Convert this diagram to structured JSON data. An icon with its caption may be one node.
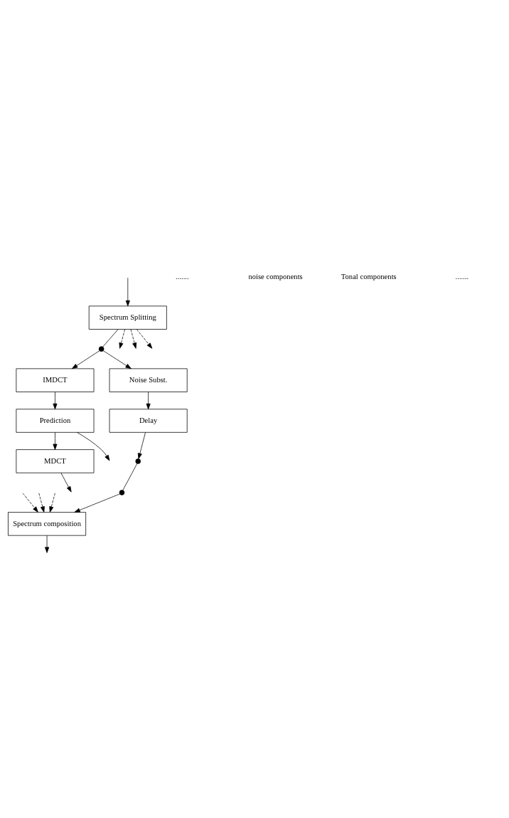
{
  "diagram": {
    "nodes": [
      {
        "text": [
          "Spectrum Splitting"
        ]
      },
      {
        "text": [
          "IMDCT"
        ]
      },
      {
        "text": [
          "Noise Subst."
        ]
      },
      {
        "text": [
          "Prediction"
        ]
      },
      {
        "text": [
          "Delay"
        ]
      },
      {
        "text": [
          "MDCT"
        ]
      },
      {
        "text": [
          "Spectrum composition"
        ]
      },
      {
        "text": [],
        "shape": "circle"
      },
      {
        "text": [],
        "shape": "circle"
      },
      {
        "text": [],
        "shape": "circle"
      }
    ],
    "edges": [
      {
        "from": null,
        "to": 0,
        "arrow": "to"
      },
      {
        "from": 0,
        "to": 7,
        "arrow": "none"
      },
      {
        "from": 7,
        "to": 1,
        "arrow": "to"
      },
      {
        "from": 7,
        "to": 2,
        "arrow": "to"
      },
      {
        "from": 1,
        "to": 3,
        "arrow": "to"
      },
      {
        "from": 2,
        "to": 4,
        "arrow": "to"
      },
      {
        "from": 3,
        "to": 5,
        "arrow": "to"
      },
      {
        "from": 4,
        "to": 8,
        "arrow": "to"
      },
      {
        "from": 8,
        "to": 9,
        "arrow": "none"
      },
      {
        "from": 3,
        "to": null,
        "arrow": "to"
      },
      {
        "from": 5,
        "to": null,
        "arrow": "to"
      },
      {
        "from": 9,
        "to": 6,
        "arrow": "to"
      },
      {
        "from": 0,
        "to": null,
        "arrow": "to",
        "style": "dashed"
      },
      {
        "from": 0,
        "to": null,
        "arrow": "to",
        "style": "dashed"
      },
      {
        "from": 0,
        "to": null,
        "arrow": "to",
        "style": "dashed"
      },
      {
        "from": null,
        "to": 6,
        "arrow": "to",
        "style": "dashed"
      },
      {
        "from": null,
        "to": 6,
        "arrow": "to",
        "style": "dashed"
      },
      {
        "from": null,
        "to": 6,
        "arrow": "to",
        "style": "dashed"
      },
      {
        "from": 6,
        "to": null,
        "arrow": "to"
      }
    ],
    "labels": [
      ".......",
      "noise components",
      "Tonal components",
      "......."
    ]
  }
}
